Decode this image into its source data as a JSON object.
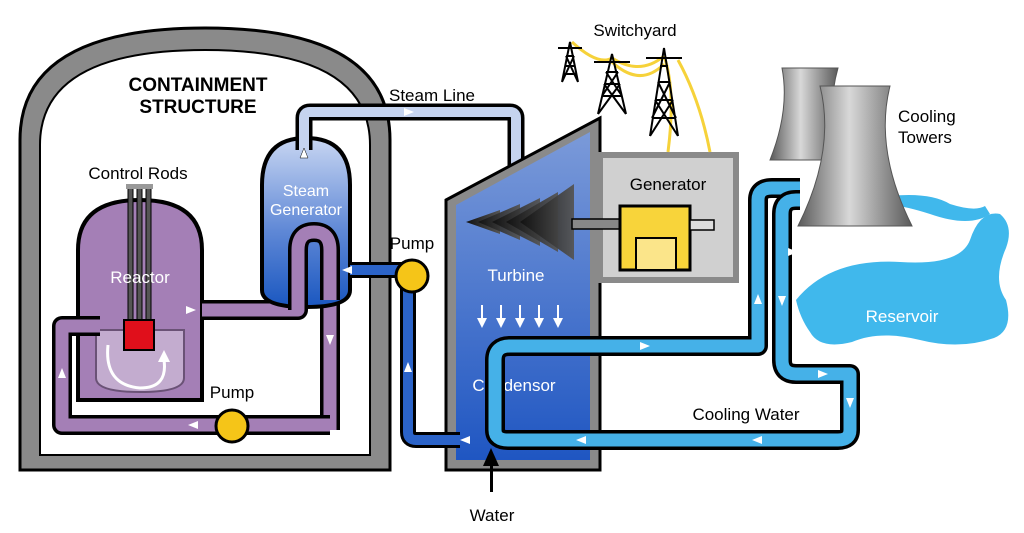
{
  "labels": {
    "containment": [
      "CONTAINMENT",
      "STRUCTURE"
    ],
    "control_rods": "Control Rods",
    "reactor": "Reactor",
    "steam_generator": [
      "Steam",
      "Generator"
    ],
    "steam_line": "Steam Line",
    "pump_secondary": "Pump",
    "pump_primary": "Pump",
    "turbine": "Turbine",
    "generator": "Generator",
    "switchyard": "Switchyard",
    "cooling_towers": [
      "Cooling",
      "Towers"
    ],
    "reservoir": "Reservoir",
    "condensor": "Condensor",
    "cooling_water": "Cooling Water",
    "water": "Water"
  },
  "colors": {
    "containment": "#808080",
    "reactor": "#a47fb6",
    "primary_loop": "#a47fb6",
    "core": "#e00f1b",
    "steam_generator_top": "#b8c8ec",
    "steam_generator_bottom": "#1d5fc4",
    "steam_line": "#c5d3ef",
    "feedwater_line": "#2b63c8",
    "turbine_building": "#2d5bbf",
    "cooling_water": "#45b1e8",
    "reservoir": "#40b8ec",
    "pump": "#f5c518",
    "generator_box": "#d0d0d0",
    "generator_body": "#f8d43a",
    "wires": "#f6d23a",
    "tower": "#8a8a8a"
  }
}
